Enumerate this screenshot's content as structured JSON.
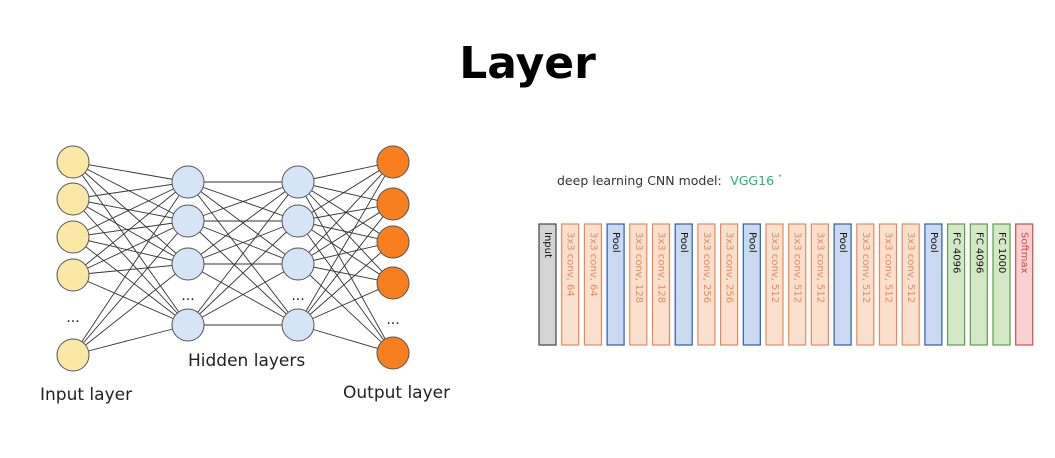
{
  "title": "Layer",
  "network": {
    "input_label": "Input layer",
    "hidden_label": "Hidden layers",
    "output_label": "Output layer",
    "ellipsis": "...",
    "colors": {
      "input": "#fbe7a6",
      "hidden": "#d6e4f8",
      "output": "#f77f1e",
      "edge": "#333333"
    }
  },
  "vgg": {
    "caption": "deep learning CNN model:",
    "model": "VGG16",
    "model_mark": "*",
    "model_color": "#22b573",
    "layers": [
      {
        "label": "Input",
        "kind": "input"
      },
      {
        "label": "3x3 conv, 64",
        "kind": "conv"
      },
      {
        "label": "3x3 conv, 64",
        "kind": "conv"
      },
      {
        "label": "Pool",
        "kind": "pool"
      },
      {
        "label": "3x3 conv, 128",
        "kind": "conv"
      },
      {
        "label": "3x3 conv, 128",
        "kind": "conv"
      },
      {
        "label": "Pool",
        "kind": "pool"
      },
      {
        "label": "3x3 conv, 256",
        "kind": "conv"
      },
      {
        "label": "3x3 conv, 256",
        "kind": "conv"
      },
      {
        "label": "Pool",
        "kind": "pool"
      },
      {
        "label": "3x3 conv, 512",
        "kind": "conv"
      },
      {
        "label": "3x3 conv, 512",
        "kind": "conv"
      },
      {
        "label": "3x3 conv, 512",
        "kind": "conv"
      },
      {
        "label": "Pool",
        "kind": "pool"
      },
      {
        "label": "3x3 conv, 512",
        "kind": "conv"
      },
      {
        "label": "3x3 conv, 512",
        "kind": "conv"
      },
      {
        "label": "3x3 conv, 512",
        "kind": "conv"
      },
      {
        "label": "Pool",
        "kind": "pool"
      },
      {
        "label": "FC 4096",
        "kind": "fc"
      },
      {
        "label": "FC 4096",
        "kind": "fc"
      },
      {
        "label": "FC 1000",
        "kind": "fc"
      },
      {
        "label": "Softmax",
        "kind": "softmax"
      }
    ],
    "styles": {
      "input": {
        "fill": "#d4d4d4",
        "stroke": "#444444",
        "text": "#111111"
      },
      "conv": {
        "fill": "#fbe0cd",
        "stroke": "#e8895a",
        "text": "#e8895a"
      },
      "pool": {
        "fill": "#c9daf0",
        "stroke": "#2e5aa8",
        "text": "#111111"
      },
      "fc": {
        "fill": "#d3e8c4",
        "stroke": "#5aa04a",
        "text": "#111111"
      },
      "softmax": {
        "fill": "#f8d2d2",
        "stroke": "#d84848",
        "text": "#d84848"
      }
    }
  }
}
